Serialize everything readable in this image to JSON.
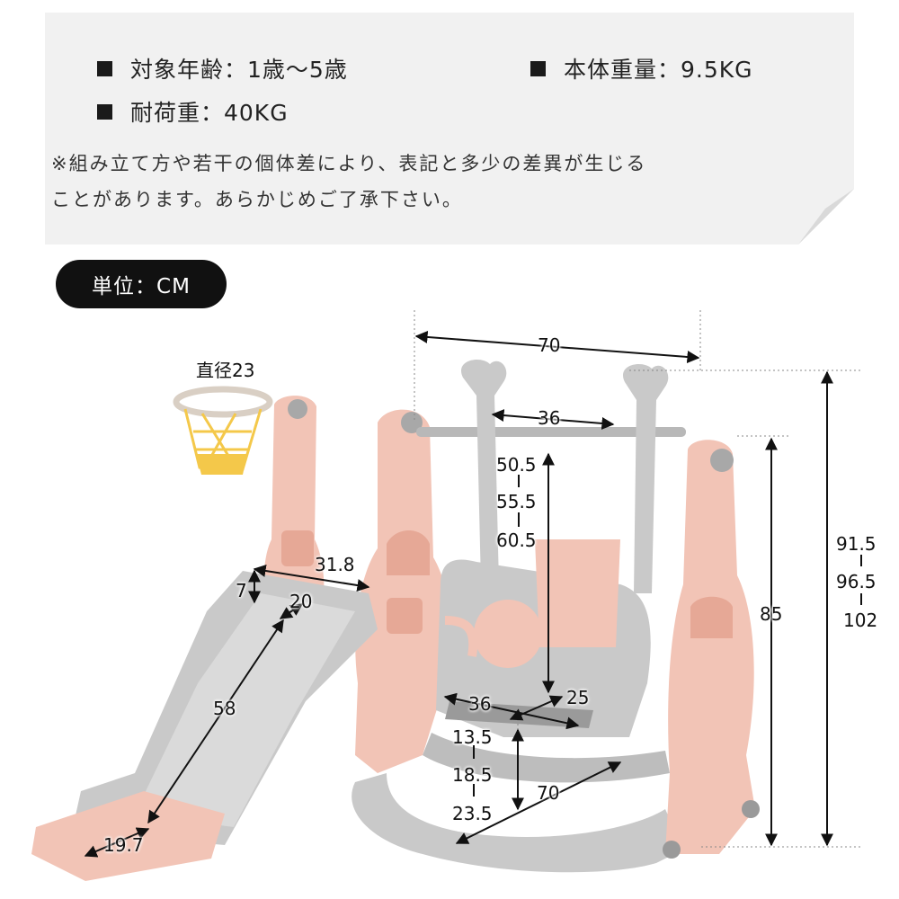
{
  "specs": {
    "age": "対象年齢：1歳～5歳",
    "weight": "本体重量：9.5KG",
    "load": "耐荷重：40KG",
    "note_line1": "※組み立て方や若干の個体差により、表記と多少の差異が生じる",
    "note_line2": "ことがあります。あらかじめご了承下さい。"
  },
  "unit_label": "単位：CM",
  "dimensions": {
    "hoop_diameter": "直径23",
    "top_width": "70",
    "swing_inner_width": "36",
    "seat_height_1": "50.5",
    "seat_height_2": "55.5",
    "seat_height_3": "60.5",
    "slide_width": "31.8",
    "slide_side_height": "7",
    "slide_inner_width": "20",
    "slide_length": "58",
    "slide_end_width": "19.7",
    "seat_width": "36",
    "seat_depth": "25",
    "seat_ground_1": "13.5",
    "seat_ground_2": "18.5",
    "seat_ground_3": "23.5",
    "base_depth": "70",
    "frame_height": "85",
    "total_height_1": "91.5",
    "total_height_2": "96.5",
    "total_height_3": "102"
  },
  "colors": {
    "pink": "#f2c4b6",
    "gray": "#c9c9c9",
    "dark_gray": "#9a9a9a",
    "net_yellow": "#f4c84a",
    "accent_black": "#111111"
  }
}
